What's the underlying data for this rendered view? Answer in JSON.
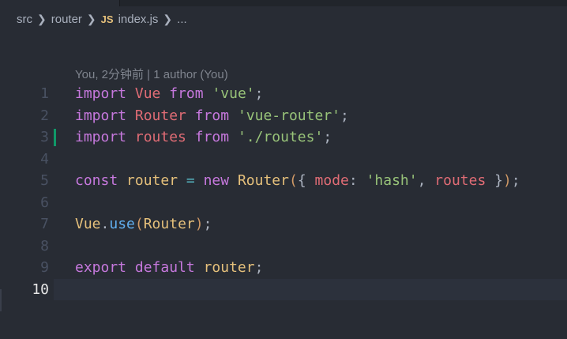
{
  "breadcrumb": {
    "items": [
      "src",
      "router",
      "index.js",
      "..."
    ],
    "file_icon": "JS"
  },
  "blame": "You, 2分钟前 | 1 author (You)",
  "current_line": 10,
  "modified_line": 3,
  "lines": [
    {
      "n": "1",
      "tokens": [
        [
          "import",
          "kw"
        ],
        [
          " ",
          ""
        ],
        [
          "Vue",
          "var"
        ],
        [
          " ",
          ""
        ],
        [
          "from",
          "kw"
        ],
        [
          " ",
          ""
        ],
        [
          "'vue'",
          "str"
        ],
        [
          ";",
          "pun"
        ]
      ]
    },
    {
      "n": "2",
      "tokens": [
        [
          "import",
          "kw"
        ],
        [
          " ",
          ""
        ],
        [
          "Router",
          "var"
        ],
        [
          " ",
          ""
        ],
        [
          "from",
          "kw"
        ],
        [
          " ",
          ""
        ],
        [
          "'vue-router'",
          "str"
        ],
        [
          ";",
          "pun"
        ]
      ]
    },
    {
      "n": "3",
      "tokens": [
        [
          "import",
          "kw"
        ],
        [
          " ",
          ""
        ],
        [
          "routes",
          "var"
        ],
        [
          " ",
          ""
        ],
        [
          "from",
          "kw"
        ],
        [
          " ",
          ""
        ],
        [
          "'./routes'",
          "str"
        ],
        [
          ";",
          "pun"
        ]
      ]
    },
    {
      "n": "4",
      "tokens": []
    },
    {
      "n": "5",
      "tokens": [
        [
          "const",
          "kw"
        ],
        [
          " ",
          ""
        ],
        [
          "router",
          "vo"
        ],
        [
          " ",
          ""
        ],
        [
          "=",
          "op"
        ],
        [
          " ",
          ""
        ],
        [
          "new",
          "kw"
        ],
        [
          " ",
          ""
        ],
        [
          "Router",
          "cls"
        ],
        [
          "(",
          "br"
        ],
        [
          "{ ",
          "pun"
        ],
        [
          "mode",
          "var"
        ],
        [
          ": ",
          "pun"
        ],
        [
          "'hash'",
          "str"
        ],
        [
          ", ",
          "pun"
        ],
        [
          "routes",
          "var"
        ],
        [
          " }",
          "pun"
        ],
        [
          ")",
          "br"
        ],
        [
          ";",
          "pun"
        ]
      ]
    },
    {
      "n": "6",
      "tokens": []
    },
    {
      "n": "7",
      "tokens": [
        [
          "Vue",
          "cls"
        ],
        [
          ".",
          "pun"
        ],
        [
          "use",
          "fn"
        ],
        [
          "(",
          "br"
        ],
        [
          "Router",
          "cls"
        ],
        [
          ")",
          "br"
        ],
        [
          ";",
          "pun"
        ]
      ]
    },
    {
      "n": "8",
      "tokens": []
    },
    {
      "n": "9",
      "tokens": [
        [
          "export",
          "kw"
        ],
        [
          " ",
          ""
        ],
        [
          "default",
          "kw"
        ],
        [
          " ",
          ""
        ],
        [
          "router",
          "vo"
        ],
        [
          ";",
          "pun"
        ]
      ]
    },
    {
      "n": "10",
      "tokens": []
    }
  ]
}
